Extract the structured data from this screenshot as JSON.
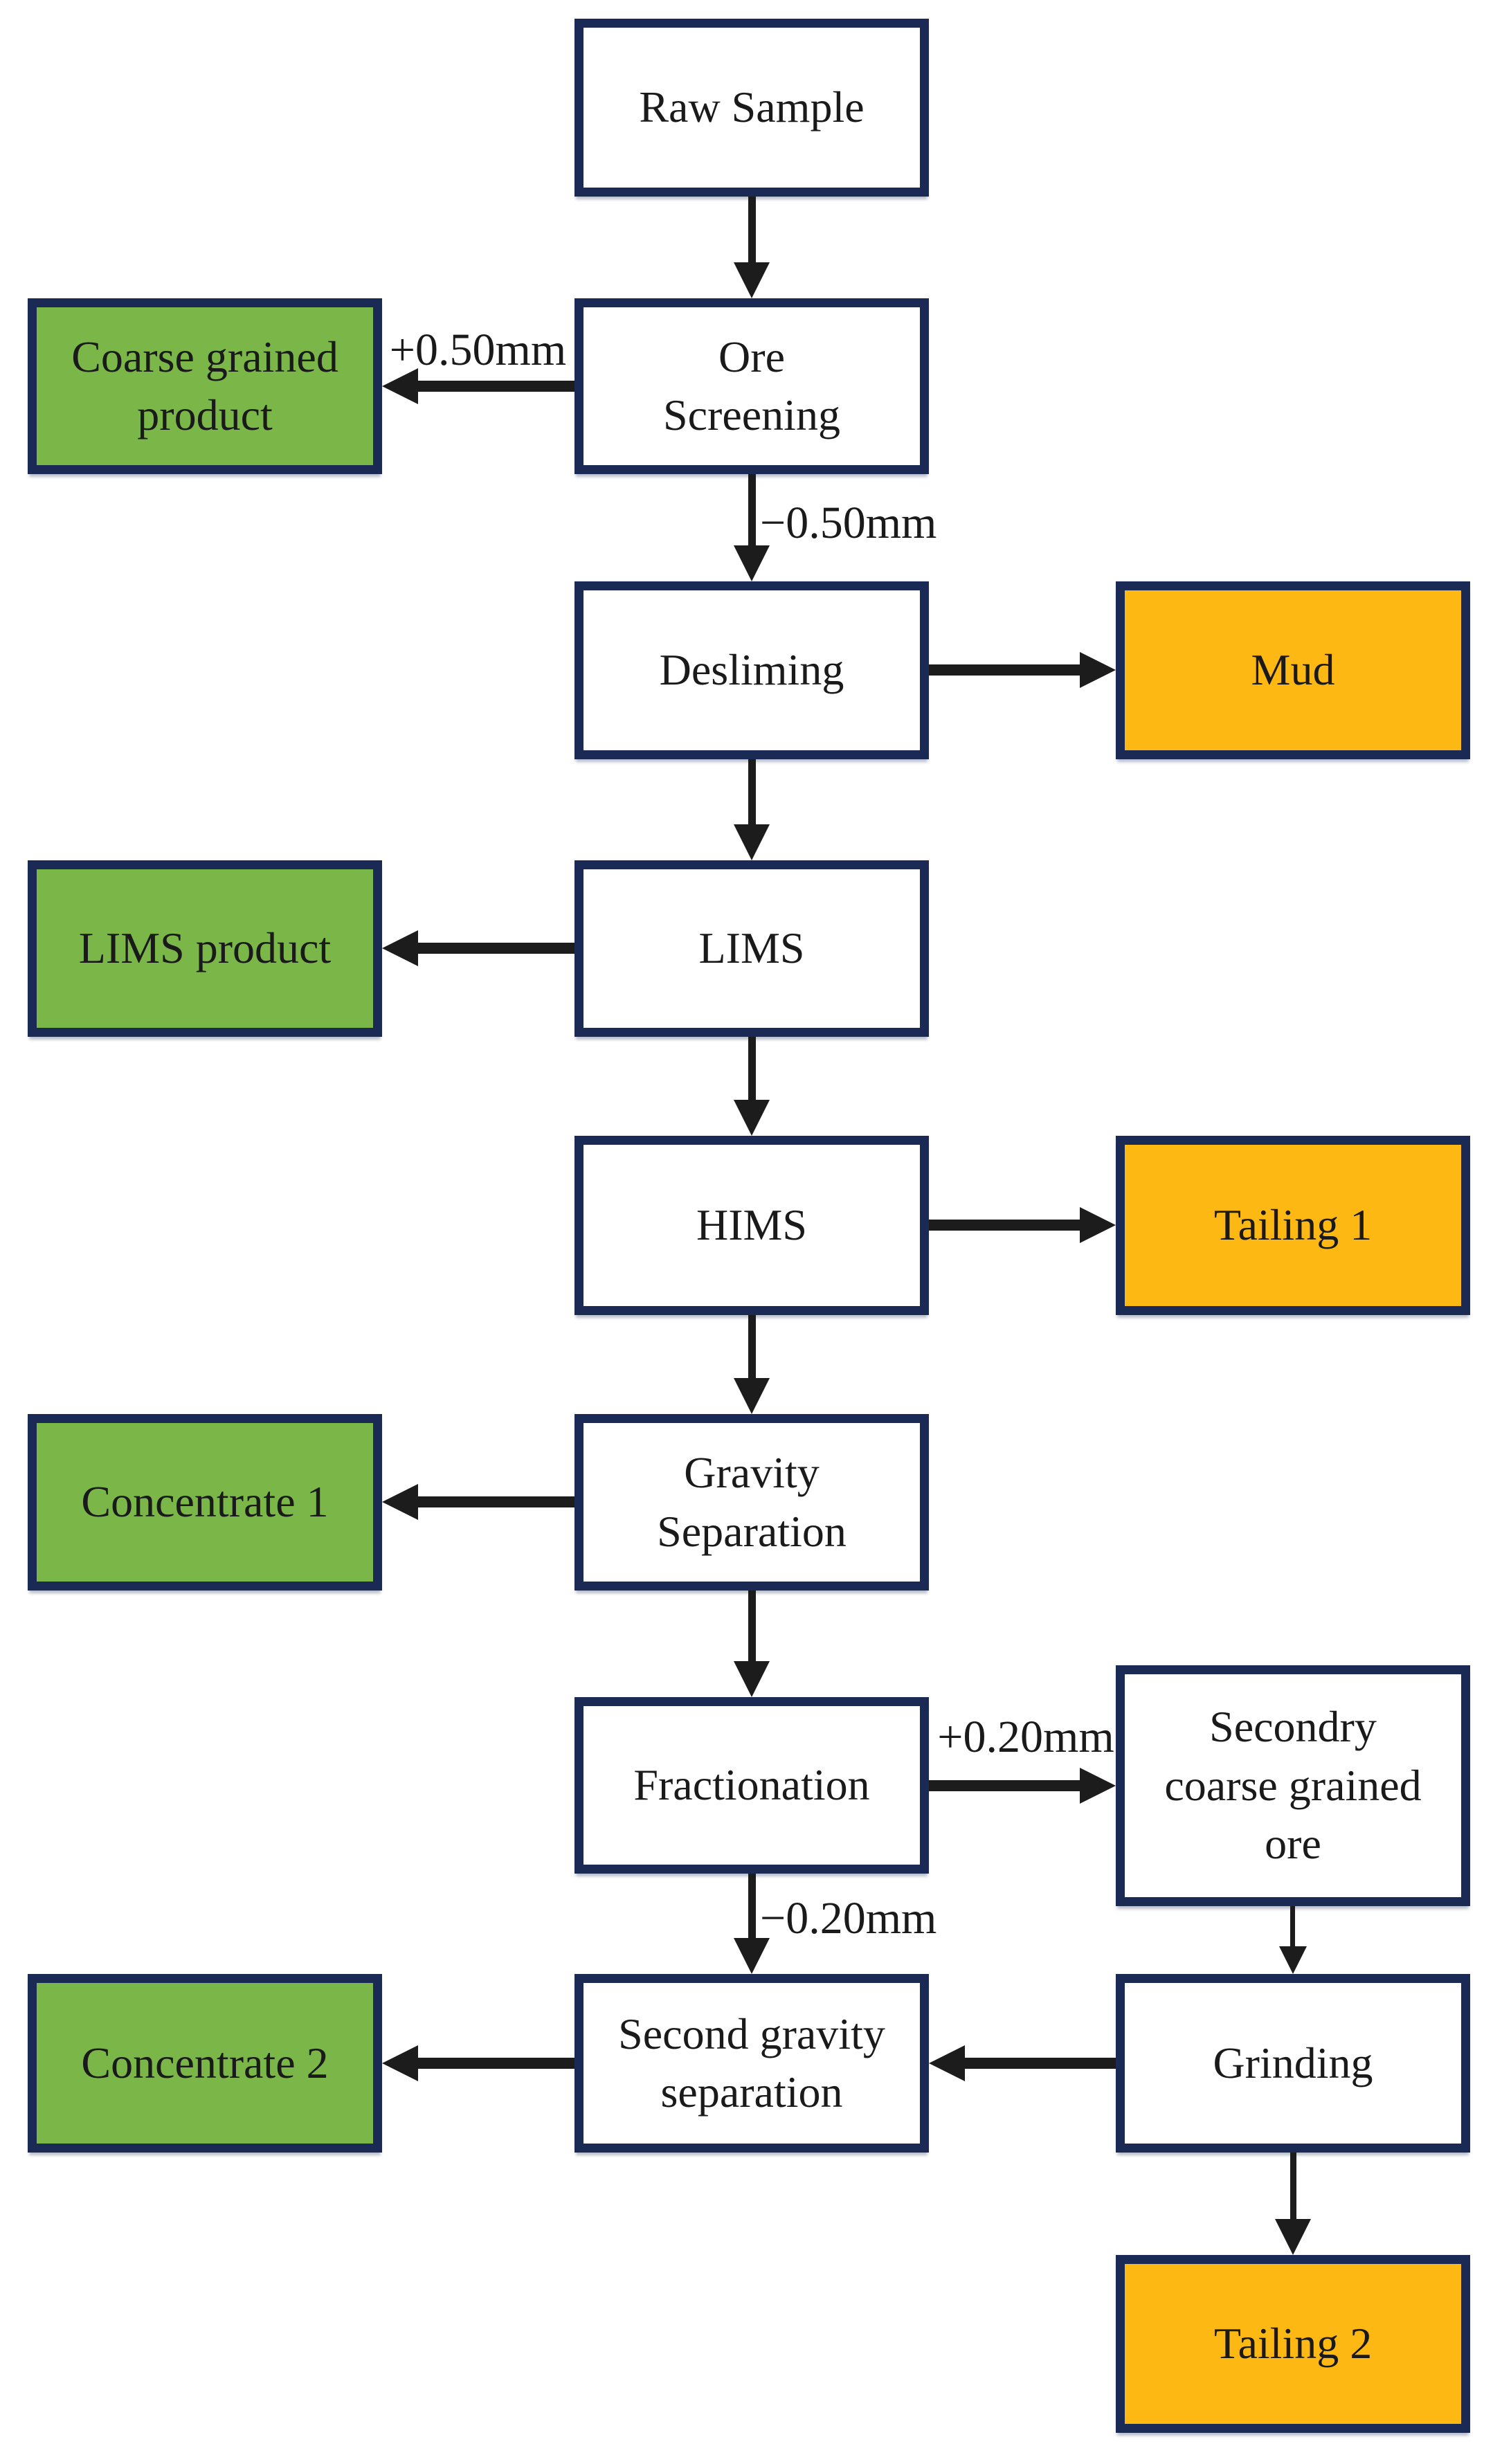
{
  "diagram": {
    "type": "flowchart",
    "description": "Mineral ore processing flowsheet",
    "colors": {
      "box_border": "#1b2a55",
      "process_fill": "#ffffff",
      "product_fill": "#7ab648",
      "waste_fill": "#fdb813",
      "arrow": "#1c1c1c",
      "text": "#1a1a1a"
    },
    "nodes": {
      "raw_sample": {
        "label": "Raw Sample",
        "kind": "process"
      },
      "coarse_grained_product": {
        "label": "Coarse grained\nproduct",
        "kind": "product"
      },
      "ore_screening": {
        "label": "Ore\nScreening",
        "kind": "process"
      },
      "desliming": {
        "label": "Desliming",
        "kind": "process"
      },
      "mud": {
        "label": "Mud",
        "kind": "waste"
      },
      "lims_product": {
        "label": "LIMS product",
        "kind": "product"
      },
      "lims": {
        "label": "LIMS",
        "kind": "process"
      },
      "hims": {
        "label": "HIMS",
        "kind": "process"
      },
      "tailing_1": {
        "label": "Tailing 1",
        "kind": "waste"
      },
      "concentrate_1": {
        "label": "Concentrate 1",
        "kind": "product"
      },
      "gravity_separation": {
        "label": "Gravity\nSeparation",
        "kind": "process"
      },
      "fractionation": {
        "label": "Fractionation",
        "kind": "process"
      },
      "secondary_coarse_grained_ore": {
        "label": "Secondry\ncoarse grained\nore",
        "kind": "process"
      },
      "concentrate_2": {
        "label": "Concentrate 2",
        "kind": "product"
      },
      "second_gravity_separation": {
        "label": "Second gravity\nseparation",
        "kind": "process"
      },
      "grinding": {
        "label": "Grinding",
        "kind": "process"
      },
      "tailing_2": {
        "label": "Tailing 2",
        "kind": "waste"
      }
    },
    "edge_labels": {
      "plus_0_50": "+0.50mm",
      "minus_0_50": "−0.50mm",
      "plus_0_20": "+0.20mm",
      "minus_0_20": "−0.20mm"
    },
    "edges": [
      {
        "from": "raw_sample",
        "to": "ore_screening",
        "label": ""
      },
      {
        "from": "ore_screening",
        "to": "coarse_grained_product",
        "label": "+0.50mm"
      },
      {
        "from": "ore_screening",
        "to": "desliming",
        "label": "−0.50mm"
      },
      {
        "from": "desliming",
        "to": "mud",
        "label": ""
      },
      {
        "from": "desliming",
        "to": "lims",
        "label": ""
      },
      {
        "from": "lims",
        "to": "lims_product",
        "label": ""
      },
      {
        "from": "lims",
        "to": "hims",
        "label": ""
      },
      {
        "from": "hims",
        "to": "tailing_1",
        "label": ""
      },
      {
        "from": "hims",
        "to": "gravity_separation",
        "label": ""
      },
      {
        "from": "gravity_separation",
        "to": "concentrate_1",
        "label": ""
      },
      {
        "from": "gravity_separation",
        "to": "fractionation",
        "label": ""
      },
      {
        "from": "fractionation",
        "to": "secondary_coarse_grained_ore",
        "label": "+0.20mm"
      },
      {
        "from": "fractionation",
        "to": "second_gravity_separation",
        "label": "−0.20mm"
      },
      {
        "from": "secondary_coarse_grained_ore",
        "to": "grinding",
        "label": ""
      },
      {
        "from": "grinding",
        "to": "second_gravity_separation",
        "label": ""
      },
      {
        "from": "grinding",
        "to": "tailing_2",
        "label": ""
      },
      {
        "from": "second_gravity_separation",
        "to": "concentrate_2",
        "label": ""
      }
    ]
  }
}
